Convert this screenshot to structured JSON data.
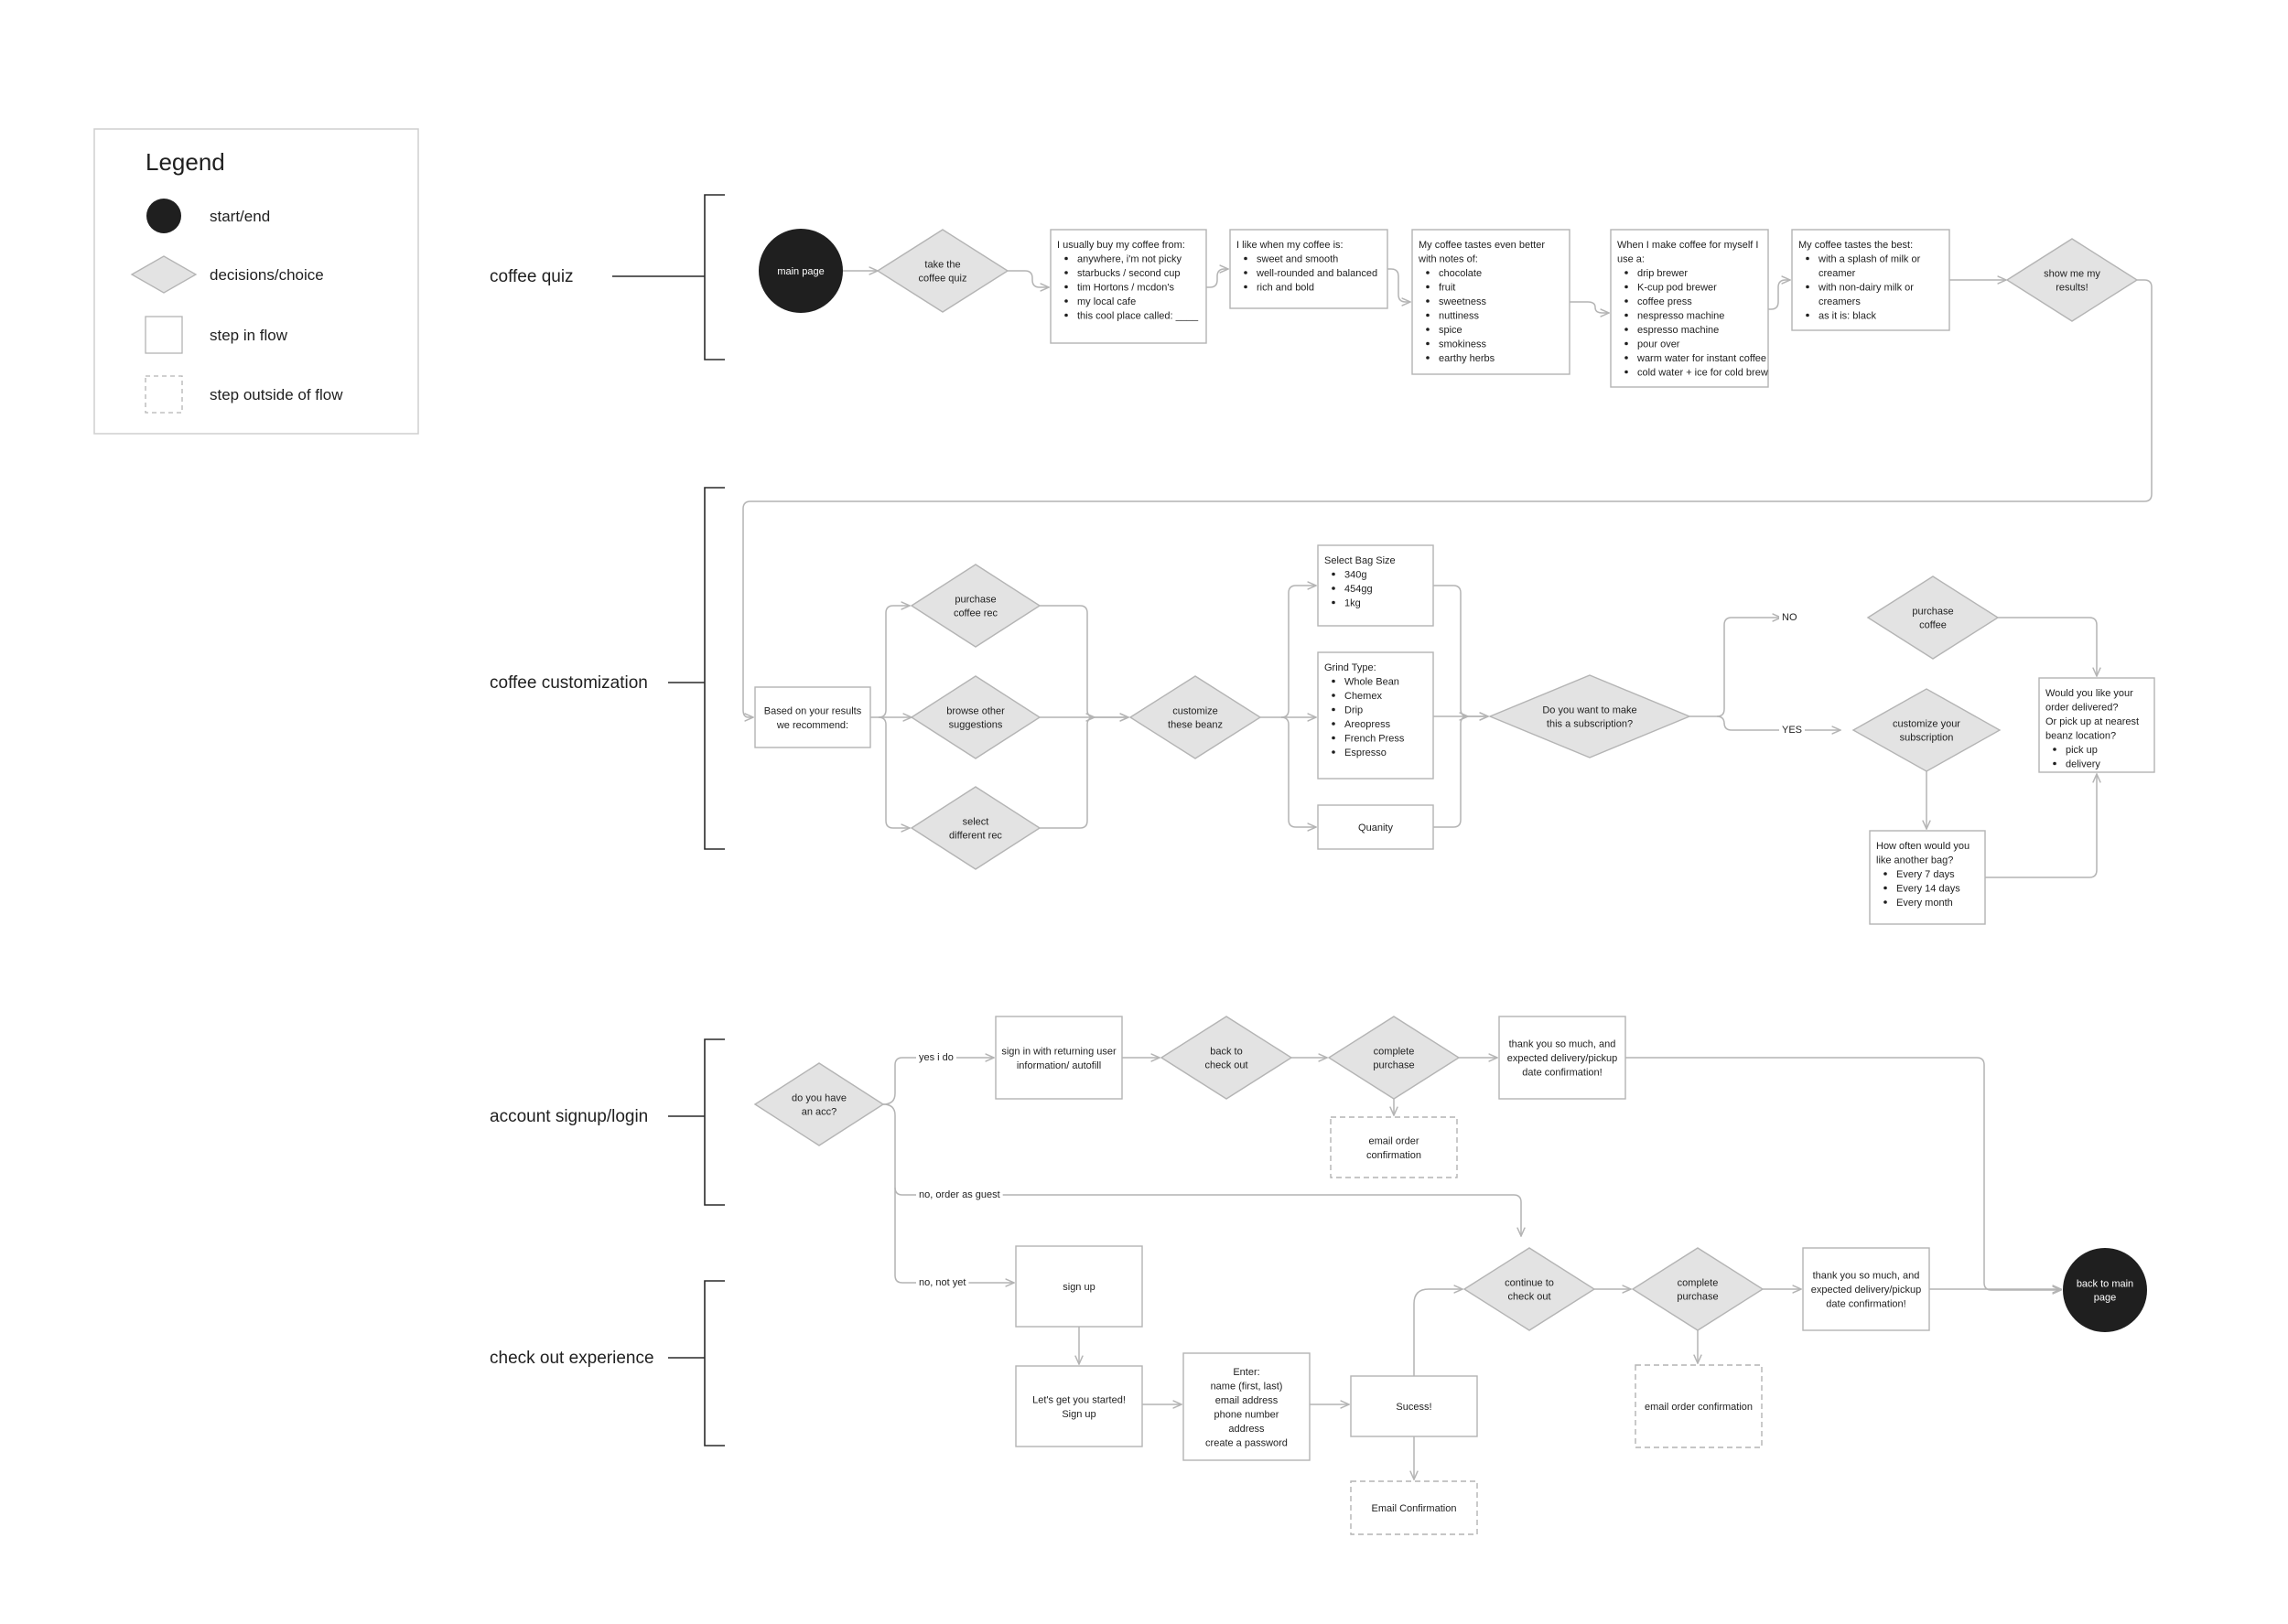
{
  "legend": {
    "title": "Legend",
    "items": [
      {
        "key": "start",
        "label": "start/end"
      },
      {
        "key": "decision",
        "label": "decisions/choice"
      },
      {
        "key": "step",
        "label": "step in flow"
      },
      {
        "key": "outside",
        "label": "step outside of flow"
      }
    ]
  },
  "sections": [
    {
      "id": "quiz",
      "label": "coffee quiz"
    },
    {
      "id": "custom",
      "label": "coffee customization"
    },
    {
      "id": "account",
      "label": "account signup/login"
    },
    {
      "id": "checkout",
      "label": "check out experience"
    }
  ],
  "nodes": [
    {
      "id": "main_page",
      "shape": "circle",
      "lines": [
        "main page"
      ]
    },
    {
      "id": "take_quiz",
      "shape": "diamond",
      "lines": [
        "take the",
        "coffee quiz"
      ]
    },
    {
      "id": "buy_from",
      "shape": "rect",
      "title": [
        "I usually buy my coffee from:"
      ],
      "bullets": [
        "anywhere, i'm not picky",
        "starbucks / second cup",
        "tim Hortons / mcdon's",
        "my local cafe",
        "this cool place called: ____"
      ]
    },
    {
      "id": "like_when",
      "shape": "rect",
      "title": [
        "I like when my coffee is:"
      ],
      "bullets": [
        "sweet and smooth",
        "well-rounded and balanced",
        "rich and bold"
      ]
    },
    {
      "id": "notes",
      "shape": "rect",
      "title": [
        "My coffee tastes even better",
        "with notes of:"
      ],
      "bullets": [
        "chocolate",
        "fruit",
        "sweetness",
        "nuttiness",
        "spice",
        "smokiness",
        "earthy herbs"
      ]
    },
    {
      "id": "brewer",
      "shape": "rect",
      "title": [
        "When I make coffee for myself I",
        "use a:"
      ],
      "bullets": [
        "drip brewer",
        "K-cup pod brewer",
        "coffee press",
        "nespresso machine",
        "espresso machine",
        "pour over",
        "warm water for instant coffee",
        "cold water + ice for cold brew"
      ]
    },
    {
      "id": "tastes_best",
      "shape": "rect",
      "title": [
        "My coffee tastes the best:"
      ],
      "bullets": [
        [
          "with a splash of milk or",
          "creamer"
        ],
        [
          "with non-dairy milk or",
          "creamers"
        ],
        [
          "as it is: black"
        ]
      ]
    },
    {
      "id": "show_results",
      "shape": "diamond",
      "lines": [
        "show me my",
        "results!"
      ]
    },
    {
      "id": "based_on",
      "shape": "rect",
      "lines": [
        "Based on your results",
        "we recommend:"
      ]
    },
    {
      "id": "purchase_rec",
      "shape": "diamond",
      "lines": [
        "purchase",
        "coffee rec"
      ]
    },
    {
      "id": "browse_other",
      "shape": "diamond",
      "lines": [
        "browse other",
        "suggestions"
      ]
    },
    {
      "id": "select_diff",
      "shape": "diamond",
      "lines": [
        "select",
        "different rec"
      ]
    },
    {
      "id": "customize_beanz",
      "shape": "diamond",
      "lines": [
        "customize",
        "these beanz"
      ]
    },
    {
      "id": "bag_size",
      "shape": "rect",
      "title": [
        "Select Bag Size"
      ],
      "bullets": [
        "340g",
        "454gg",
        "1kg"
      ]
    },
    {
      "id": "grind_type",
      "shape": "rect",
      "title": [
        "Grind Type:"
      ],
      "bullets": [
        "Whole Bean",
        "Chemex",
        "Drip",
        "Areopress",
        "French Press",
        "Espresso"
      ]
    },
    {
      "id": "quanity",
      "shape": "rect",
      "lines": [
        "Quanity"
      ]
    },
    {
      "id": "subscription_q",
      "shape": "diamond",
      "lines": [
        "Do you want to make",
        "this a subscription?"
      ]
    },
    {
      "id": "purchase_coffee",
      "shape": "diamond",
      "lines": [
        "purchase",
        "coffee"
      ]
    },
    {
      "id": "customize_sub",
      "shape": "diamond",
      "lines": [
        "customize your",
        "subscription"
      ]
    },
    {
      "id": "how_often",
      "shape": "rect",
      "title": [
        "How often would you",
        "like another bag?"
      ],
      "bullets": [
        "Every 7 days",
        "Every 14 days",
        "Every month"
      ]
    },
    {
      "id": "delivery_q",
      "shape": "rect",
      "title": [
        "Would you like your",
        "order delivered?",
        "Or pick up at nearest",
        "beanz location?"
      ],
      "bullets": [
        "pick up",
        "delivery"
      ]
    },
    {
      "id": "have_acc",
      "shape": "diamond",
      "lines": [
        "do you have",
        "an acc?"
      ]
    },
    {
      "id": "sign_in",
      "shape": "rect",
      "lines": [
        "sign in with returning user",
        "information/ autofill"
      ]
    },
    {
      "id": "back_checkout",
      "shape": "diamond",
      "lines": [
        "back to",
        "check out"
      ]
    },
    {
      "id": "complete_1",
      "shape": "diamond",
      "lines": [
        "complete",
        "purchase"
      ]
    },
    {
      "id": "thank_you_1",
      "shape": "rect",
      "lines": [
        "thank you so much, and",
        "expected delivery/pickup",
        "date confirmation!"
      ]
    },
    {
      "id": "email_conf_1",
      "shape": "dashed",
      "lines": [
        "email order",
        "confirmation"
      ]
    },
    {
      "id": "sign_up",
      "shape": "rect",
      "lines": [
        "sign up"
      ]
    },
    {
      "id": "get_started",
      "shape": "rect",
      "lines": [
        "Let's get you started!",
        "Sign up"
      ]
    },
    {
      "id": "enter_info",
      "shape": "rect",
      "lines": [
        "Enter:",
        "name (first, last)",
        "email address",
        "phone number",
        "address",
        "create a password"
      ]
    },
    {
      "id": "success",
      "shape": "rect",
      "lines": [
        "Sucess!"
      ]
    },
    {
      "id": "email_confirmation",
      "shape": "dashed",
      "lines": [
        "Email Confirmation"
      ]
    },
    {
      "id": "continue_checkout",
      "shape": "diamond",
      "lines": [
        "continue to",
        "check out"
      ]
    },
    {
      "id": "complete_2",
      "shape": "diamond",
      "lines": [
        "complete",
        "purchase"
      ]
    },
    {
      "id": "email_conf_2",
      "shape": "dashed",
      "lines": [
        "email order confirmation"
      ]
    },
    {
      "id": "thank_you_2",
      "shape": "rect",
      "lines": [
        "thank you so much, and",
        "expected delivery/pickup",
        "date confirmation!"
      ]
    },
    {
      "id": "back_main",
      "shape": "circle",
      "lines": [
        "back to main",
        "page"
      ]
    }
  ],
  "edge_labels": [
    {
      "id": "no",
      "text": "NO"
    },
    {
      "id": "yes",
      "text": "YES"
    },
    {
      "id": "yes_i_do",
      "text": "yes i do"
    },
    {
      "id": "guest",
      "text": "no, order as guest"
    },
    {
      "id": "not_yet",
      "text": "no, not yet"
    }
  ],
  "colors": {
    "dark": "#1f1f1f",
    "diamond_fill": "#e3e3e3",
    "stroke": "#b4b4b4",
    "line": "#b4b4b4",
    "text": "#1f1f1f"
  }
}
